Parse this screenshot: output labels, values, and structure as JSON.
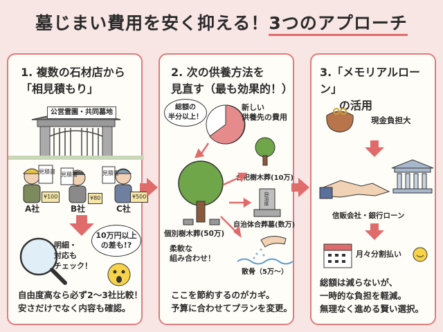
{
  "title": {
    "main": "墓じまい費用を安く抑える！",
    "highlight": "3つのアプローチ"
  },
  "panel1": {
    "title_line1": "1. 複数の石材店から",
    "title_line2": "「相見積もり」",
    "gate_sign": "公営霊園・共同墓地",
    "doc_label": "見積書",
    "shops": [
      "A社",
      "B社",
      "C社"
    ],
    "price_tags": [
      "¥100",
      "¥80",
      "¥500"
    ],
    "magnifier_text": [
      "明細・",
      "対応も",
      "チェック！"
    ],
    "diff_bubble": [
      "10万円以上",
      "の差も!?"
    ],
    "footer_line1": "自由度高なら必ず2〜3社比較！",
    "footer_line2": "安さだけでなく内容も確認。"
  },
  "panel2": {
    "title_line1": "2. 次の供養方法を",
    "title_line2": "見直す（最も効果的！）",
    "pie_label": [
      "総額の",
      "半分以上！"
    ],
    "cost_label": [
      "新しい",
      "供養先の費用"
    ],
    "options": {
      "individual_tree": "個別樹木葬(50万)",
      "shared_tree": "合祀樹木葬(10万)",
      "municipal_grave": "自治体合葬墓(数万)",
      "scattering": "散骨（5万〜）",
      "flexible": [
        "柔軟な",
        "組み合わせ！"
      ]
    },
    "stone_text": "自治体",
    "footer_line1": "ここを節約するのがカギ。",
    "footer_line2": "予算に合わせてプランを変更。"
  },
  "panel3": {
    "title_line1": "3.「メモリアルローン」",
    "title_line2": "の活用",
    "cash_burden": "現金負担大",
    "lenders": "信販会社・銀行ローン",
    "monthly": "月々分割払い",
    "footer_line1": "総額は減らないが、",
    "footer_line2": "一時的な負担を軽減。",
    "footer_line3": "無理なく進める賢い選択。"
  },
  "colors": {
    "accent": "#e06b6b",
    "background": "#f7e6e4",
    "panel": "#fffdf8"
  }
}
